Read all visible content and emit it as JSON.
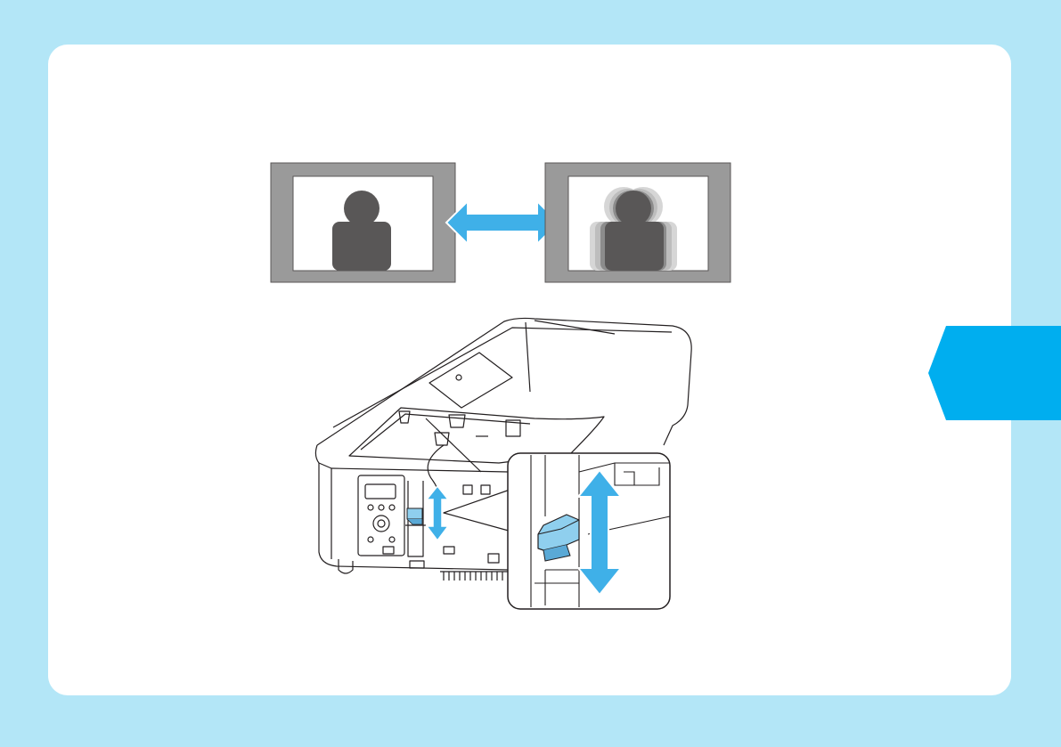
{
  "colors": {
    "page_background": "#b3e6f7",
    "card_background": "#ffffff",
    "accent_blue": "#00aeef",
    "arrow_blue": "#3fb0e8",
    "lever_blue": "#8fcfee",
    "screen_frame": "#9a9a9a",
    "figure_dark": "#595757"
  },
  "icons": {
    "section_tab": "blue-pentagon-tab",
    "focus_compare_arrow": "double-headed-horizontal-arrow",
    "lever_arrow": "double-headed-vertical-arrow"
  }
}
